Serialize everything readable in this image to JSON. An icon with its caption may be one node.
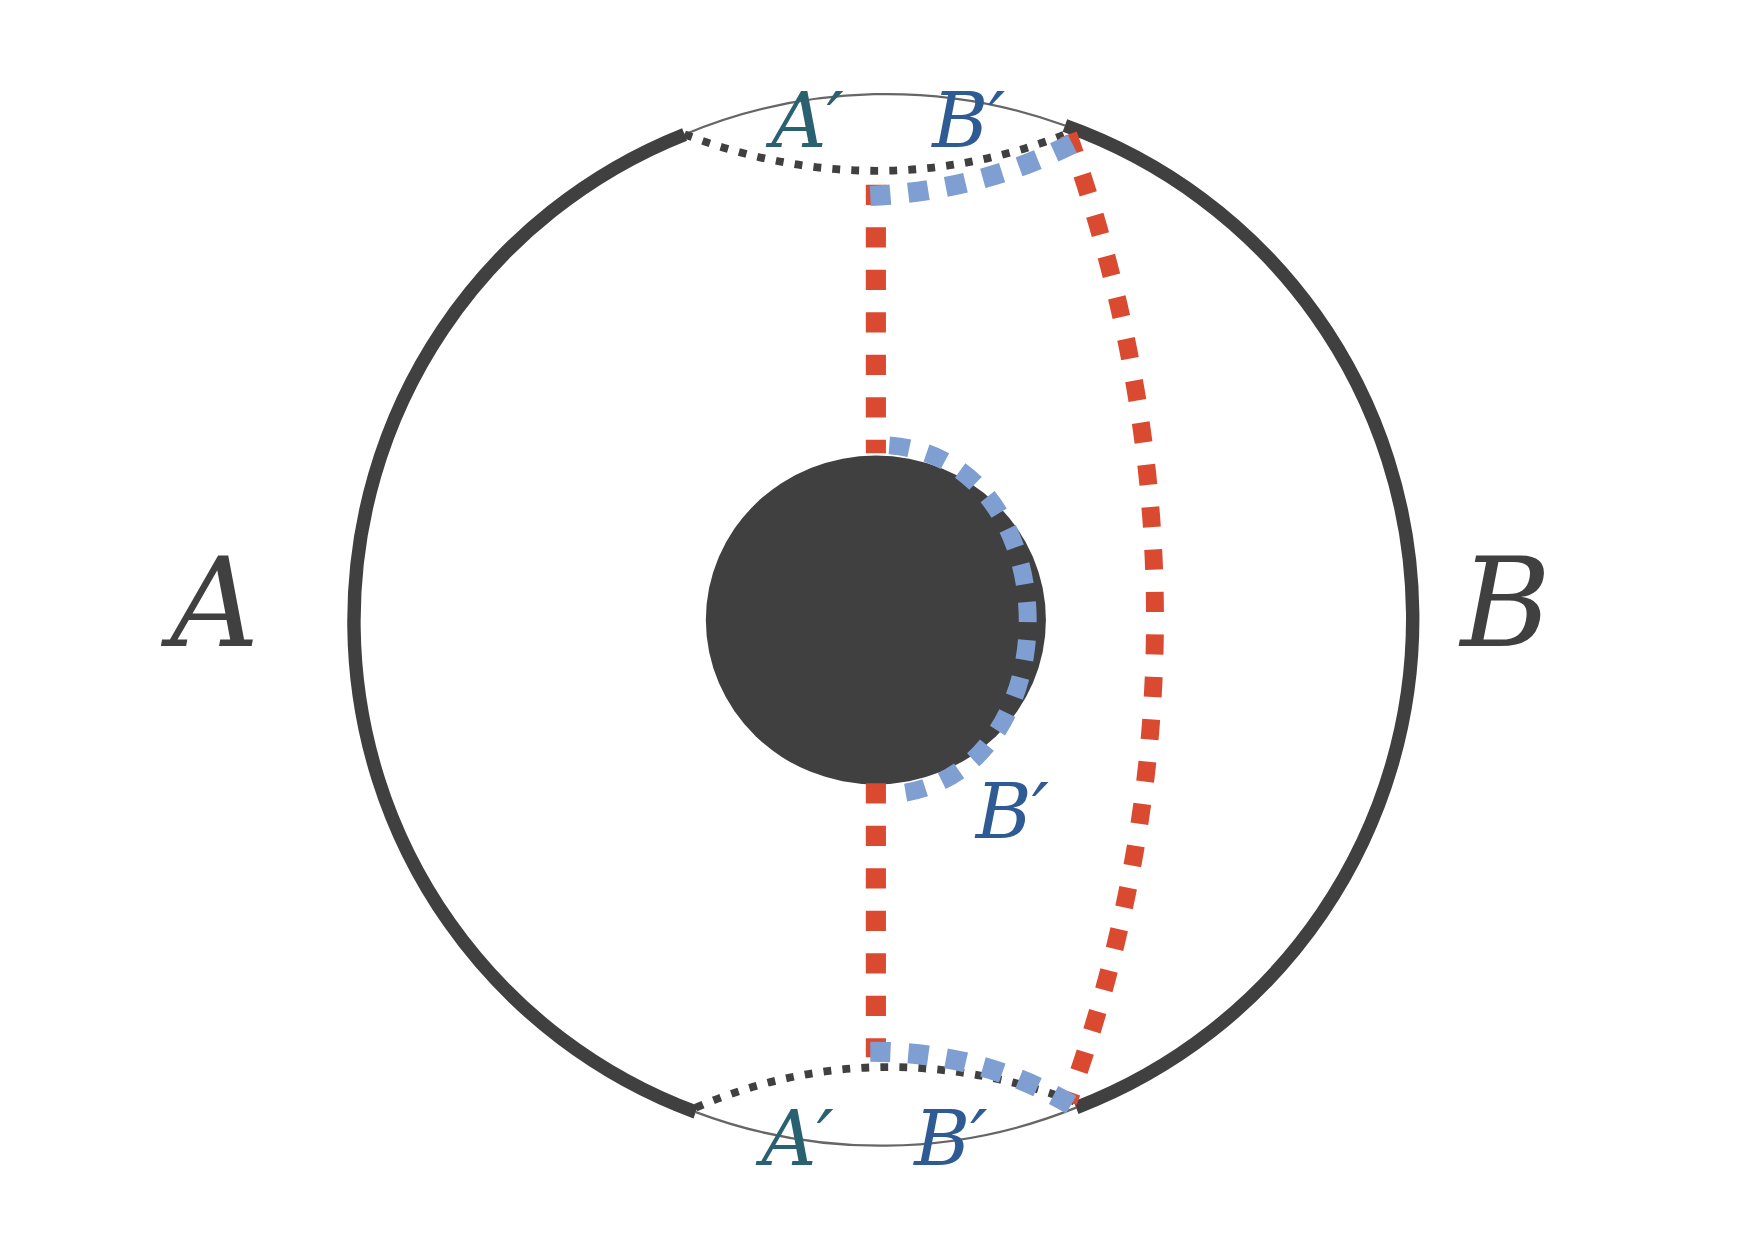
{
  "diagram": {
    "labels": [
      "A′",
      "B′",
      "A",
      "B",
      "B′",
      "A′",
      "B′"
    ]
  }
}
